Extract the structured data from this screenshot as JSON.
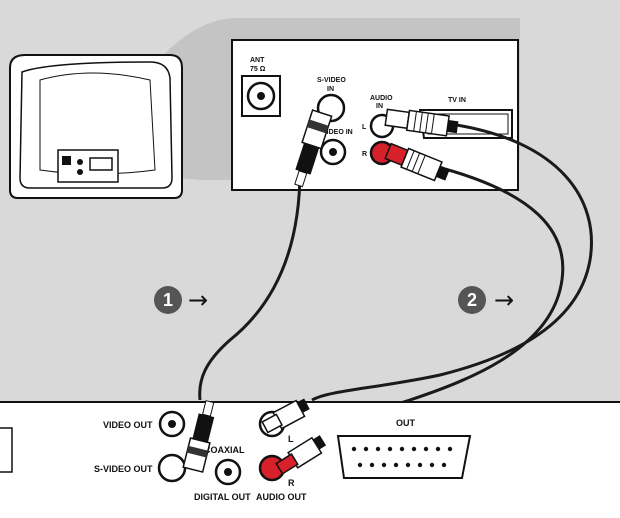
{
  "tv_panel": {
    "ant_label": "ANT",
    "ant_ohm": "75 Ω",
    "svideo_in_label_1": "S-VIDEO",
    "svideo_in_label_2": "IN",
    "video_in_label": "VIDEO IN",
    "audio_in_label_1": "AUDIO",
    "audio_in_label_2": "IN",
    "audio_l_label": "L",
    "audio_r_label": "R",
    "tv_in_label": "TV IN"
  },
  "steps": [
    {
      "number": "1",
      "arrow": "→"
    },
    {
      "number": "2",
      "arrow": "→"
    }
  ],
  "player_panel": {
    "video_out_label": "VIDEO OUT",
    "svideo_out_label": "S-VIDEO OUT",
    "coaxial_label": "COAXIAL",
    "digital_out_label": "DIGITAL OUT",
    "audio_l_label": "L",
    "audio_r_label": "R",
    "audio_out_label": "AUDIO OUT",
    "tv_out_label": "OUT"
  },
  "colors": {
    "background": "#d9d9d9",
    "panel": "#ffffff",
    "outline": "#111111",
    "cable": "#1a1a1a",
    "red_jack": "#d6202a",
    "zoom_cone": "#c4c4c4",
    "step_badge": "#555555"
  }
}
